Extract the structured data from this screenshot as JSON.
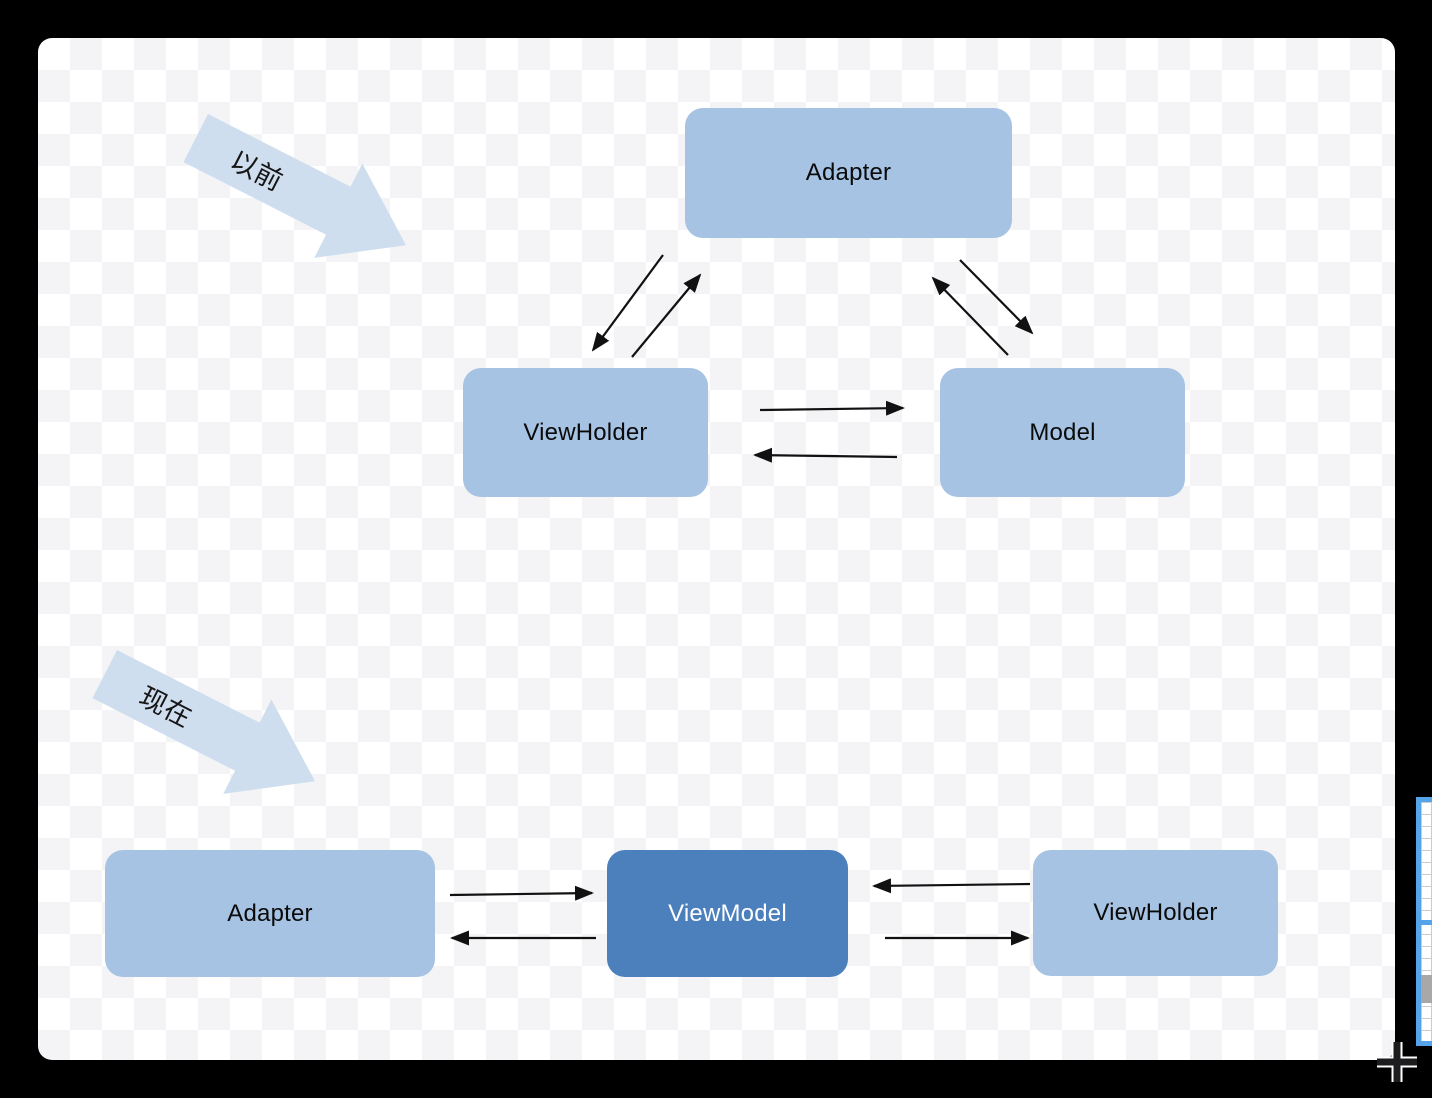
{
  "colors": {
    "node_fill": "#a6c3e3",
    "viewmodel_fill": "#4b80bd",
    "banner_fill": "#cfdeee",
    "arrow_stroke": "#111111",
    "grid_widget_blue": "#55a3e8"
  },
  "before": {
    "banner_label": "以前",
    "nodes": {
      "adapter": "Adapter",
      "viewholder": "ViewHolder",
      "model": "Model"
    },
    "edges": [
      {
        "from": "adapter",
        "to": "viewholder",
        "bidirectional": true
      },
      {
        "from": "adapter",
        "to": "model",
        "bidirectional": true
      },
      {
        "from": "viewholder",
        "to": "model",
        "bidirectional": true
      }
    ]
  },
  "after": {
    "banner_label": "现在",
    "nodes": {
      "adapter": "Adapter",
      "viewmodel": "ViewModel",
      "viewholder": "ViewHolder"
    },
    "edges": [
      {
        "from": "adapter",
        "to": "viewmodel",
        "bidirectional": true
      },
      {
        "from": "viewmodel",
        "to": "viewholder",
        "bidirectional": true
      }
    ]
  }
}
